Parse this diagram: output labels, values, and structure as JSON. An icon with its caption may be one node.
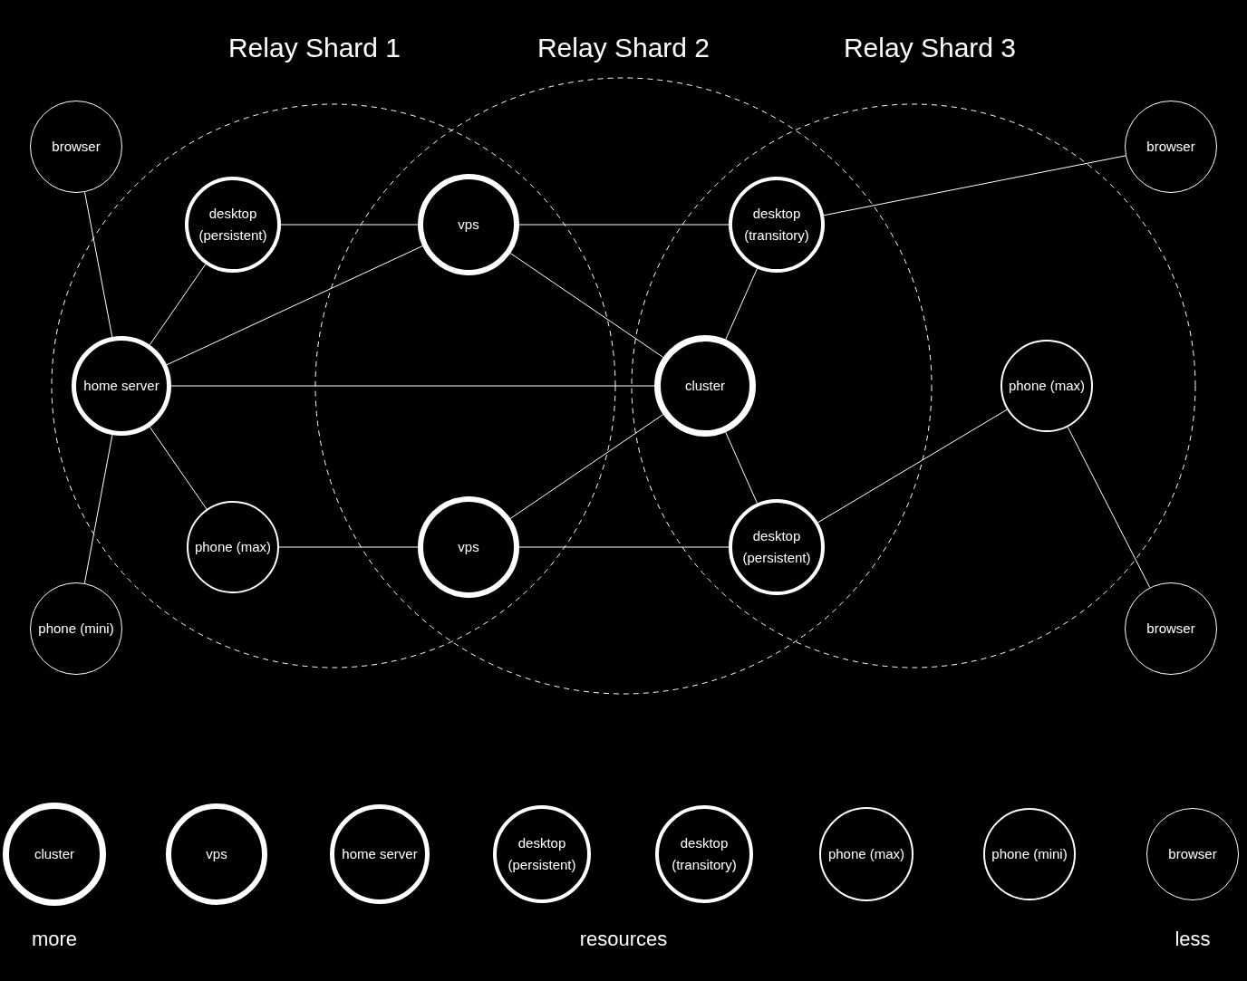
{
  "diagram": {
    "nodes": [
      {
        "text": [
          "browser"
        ]
      },
      {
        "text": [
          "desktop (persistent)"
        ]
      },
      {
        "text": [
          "vps"
        ]
      },
      {
        "text": [
          "desktop (transitory)"
        ]
      },
      {
        "text": [
          "browser"
        ]
      },
      {
        "text": [
          "home server"
        ]
      },
      {
        "text": [
          "cluster"
        ]
      },
      {
        "text": [
          "phone (max)"
        ]
      },
      {
        "text": [
          "phone (max)"
        ]
      },
      {
        "text": [
          "vps"
        ]
      },
      {
        "text": [
          "desktop (persistent)"
        ]
      },
      {
        "text": [
          "phone (mini)"
        ]
      },
      {
        "text": [
          "browser"
        ]
      },
      {
        "text": [
          "cluster"
        ]
      },
      {
        "text": [
          "vps"
        ]
      },
      {
        "text": [
          "home server"
        ]
      },
      {
        "text": [
          "desktop (persistent)"
        ]
      },
      {
        "text": [
          "desktop (transitory)"
        ]
      },
      {
        "text": [
          "phone (max)"
        ]
      },
      {
        "text": [
          "phone (mini)"
        ]
      },
      {
        "text": [
          "browser"
        ]
      }
    ],
    "edges": [
      {
        "from": 0,
        "to": 5,
        "arrow": "none"
      },
      {
        "from": 1,
        "to": 5,
        "arrow": "none"
      },
      {
        "from": 1,
        "to": 2,
        "arrow": "none"
      },
      {
        "from": 2,
        "to": 5,
        "arrow": "none"
      },
      {
        "from": 2,
        "to": 3,
        "arrow": "none"
      },
      {
        "from": 2,
        "to": 6,
        "arrow": "none"
      },
      {
        "from": 3,
        "to": 4,
        "arrow": "none"
      },
      {
        "from": 3,
        "to": 6,
        "arrow": "none"
      },
      {
        "from": 5,
        "to": 6,
        "arrow": "none"
      },
      {
        "from": 5,
        "to": 8,
        "arrow": "none"
      },
      {
        "from": 5,
        "to": 11,
        "arrow": "none"
      },
      {
        "from": 6,
        "to": 9,
        "arrow": "none"
      },
      {
        "from": 6,
        "to": 10,
        "arrow": "none"
      },
      {
        "from": 8,
        "to": 9,
        "arrow": "none"
      },
      {
        "from": 9,
        "to": 10,
        "arrow": "none"
      },
      {
        "from": 10,
        "to": 7,
        "arrow": "none"
      },
      {
        "from": 7,
        "to": 12,
        "arrow": "none"
      }
    ],
    "labels": [
      "Relay Shard 1",
      "Relay Shard 2",
      "Relay Shard 3",
      "more",
      "resources",
      "less"
    ]
  }
}
